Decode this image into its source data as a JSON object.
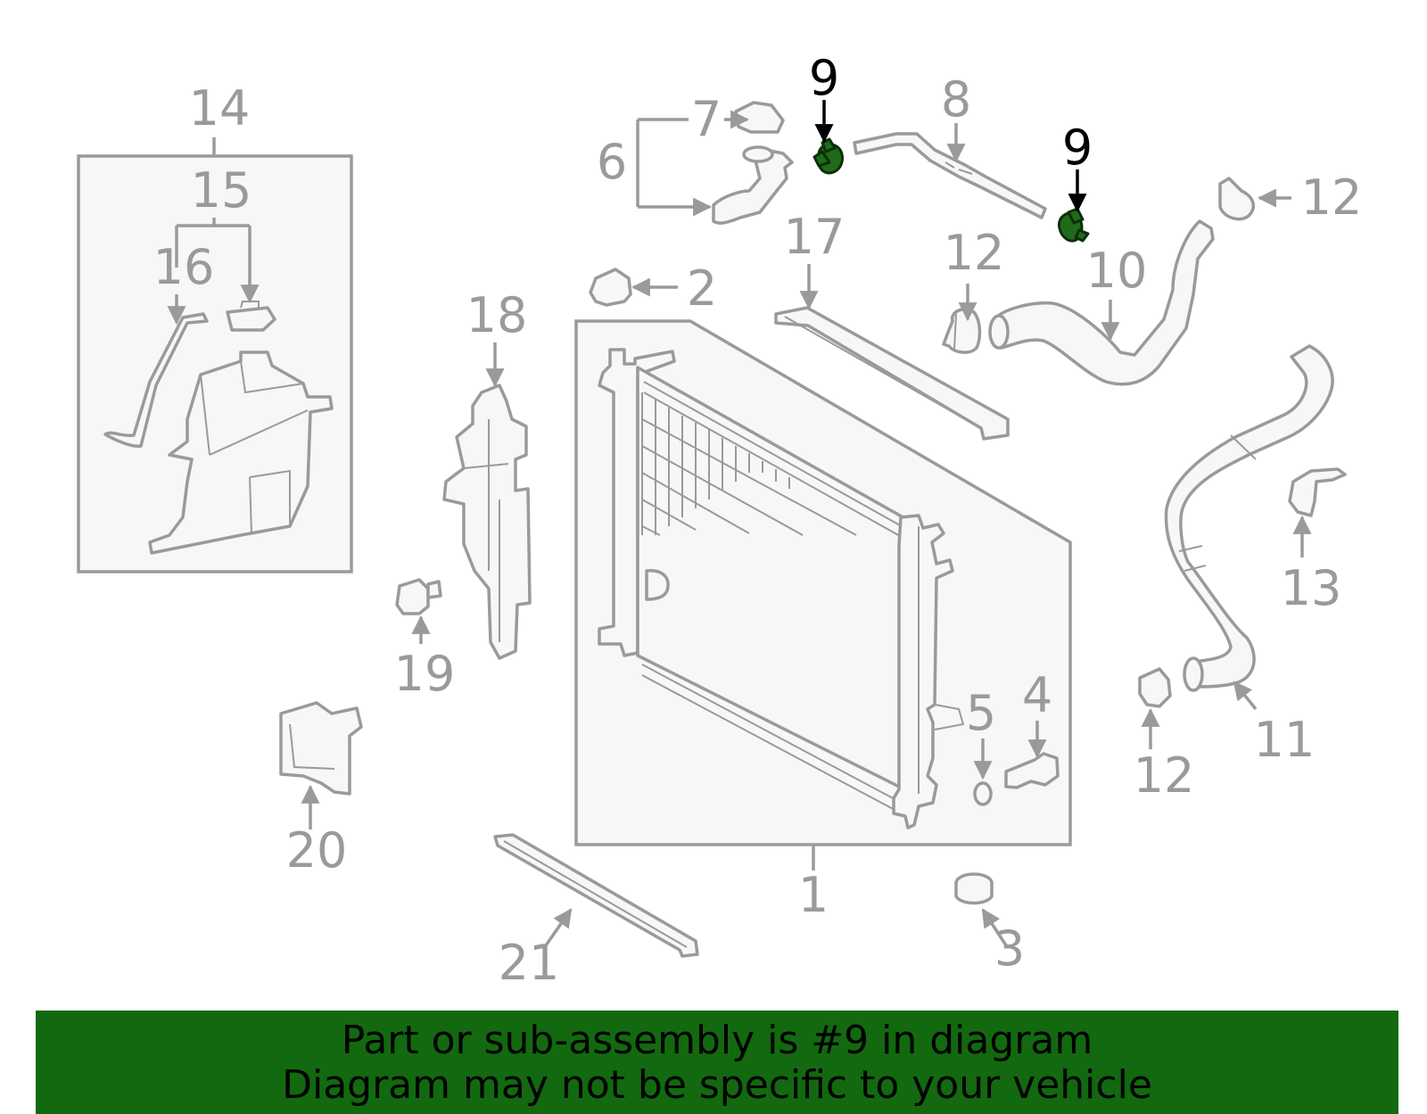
{
  "banner": {
    "line1": "Part or sub-assembly is #9 in diagram",
    "line2": "Diagram may not be specific to your vehicle"
  },
  "highlighted_part": "9",
  "colors": {
    "highlight": "#1f6b1a",
    "banner_bg": "#12690f",
    "line_art": "#9a9a9a"
  },
  "callouts": {
    "c1": "1",
    "c2": "2",
    "c3": "3",
    "c4": "4",
    "c5": "5",
    "c6": "6",
    "c7": "7",
    "c8": "8",
    "c9a": "9",
    "c9b": "9",
    "c10": "10",
    "c11": "11",
    "c12a": "12",
    "c12b": "12",
    "c12c": "12",
    "c13": "13",
    "c14": "14",
    "c15": "15",
    "c16": "16",
    "c17": "17",
    "c18": "18",
    "c19": "19",
    "c20": "20",
    "c21": "21"
  }
}
